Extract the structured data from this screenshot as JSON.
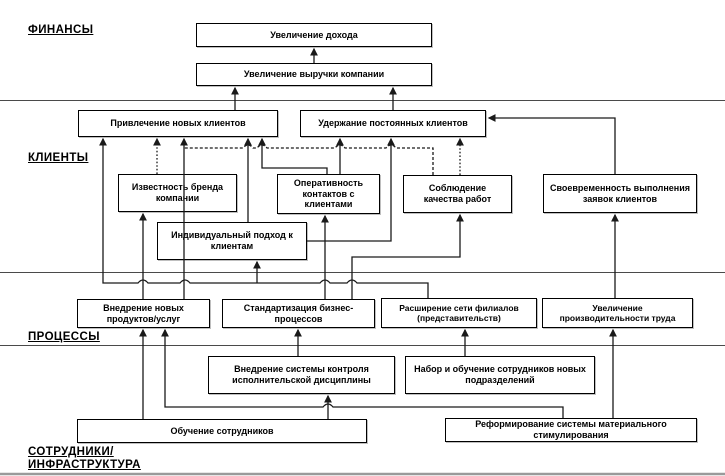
{
  "sections": {
    "finance": "ФИНАНСЫ",
    "clients": "КЛИЕНТЫ",
    "processes": "ПРОЦЕССЫ",
    "staff_line1": "СОТРУДНИКИ/",
    "staff_line2": "ИНФРАСТРУКТУРА"
  },
  "nodes": {
    "income": "Увеличение дохода",
    "revenue": "Увеличение выручки компании",
    "attract_clients": "Привлечение новых клиентов",
    "retain_clients": "Удержание постоянных клиентов",
    "brand_awareness": "Известность бренда компании",
    "contact_promptness": "Оперативность контактов с клиентами",
    "work_quality": "Соблюдение качества работ",
    "request_timeliness": "Своевременность выполнения заявок клиентов",
    "individual_approach": "Индивидуальный подход к клиентам",
    "new_products": "Внедрение новых продуктов/услуг",
    "standardization": "Стандартизация бизнес-процессов",
    "branch_expansion": "Расширение сети филиалов (представительств)",
    "labor_productivity": "Увеличение производительности труда",
    "discipline_control": "Внедрение системы контроля исполнительской дисциплины",
    "staff_recruitment": "Набор и обучение сотрудников новых подразделений",
    "staff_training": "Обучение сотрудников",
    "incentive_reform": "Реформирование системы материального стимулирования"
  },
  "edges": [
    {
      "from": "revenue",
      "to": "income",
      "style": "solid"
    },
    {
      "from": "attract_clients",
      "to": "revenue",
      "style": "solid"
    },
    {
      "from": "retain_clients",
      "to": "revenue",
      "style": "solid"
    },
    {
      "from": "brand_awareness",
      "to": "attract_clients",
      "style": "dotted"
    },
    {
      "from": "individual_approach",
      "to": "attract_clients",
      "style": "solid"
    },
    {
      "from": "individual_approach",
      "to": "retain_clients",
      "style": "solid"
    },
    {
      "from": "contact_promptness",
      "to": "attract_clients",
      "style": "solid"
    },
    {
      "from": "contact_promptness",
      "to": "retain_clients",
      "style": "solid"
    },
    {
      "from": "work_quality",
      "to": "retain_clients",
      "style": "dotted"
    },
    {
      "from": "work_quality",
      "to": "attract_clients",
      "style": "dashed"
    },
    {
      "from": "request_timeliness",
      "to": "retain_clients",
      "style": "solid"
    },
    {
      "from": "labor_productivity",
      "to": "request_timeliness",
      "style": "solid"
    },
    {
      "from": "new_products",
      "to": "attract_clients",
      "style": "solid"
    },
    {
      "from": "new_products",
      "to": "brand_awareness",
      "style": "solid"
    },
    {
      "from": "standardization",
      "to": "contact_promptness",
      "style": "solid"
    },
    {
      "from": "standardization",
      "to": "work_quality",
      "style": "solid"
    },
    {
      "from": "branch_expansion",
      "to": "attract_clients",
      "style": "solid"
    },
    {
      "from": "branch_expansion",
      "to": "individual_approach",
      "style": "solid"
    },
    {
      "from": "discipline_control",
      "to": "standardization",
      "style": "solid"
    },
    {
      "from": "staff_recruitment",
      "to": "branch_expansion",
      "style": "solid"
    },
    {
      "from": "staff_training",
      "to": "new_products",
      "style": "solid"
    },
    {
      "from": "staff_training",
      "to": "discipline_control",
      "style": "solid"
    },
    {
      "from": "incentive_reform",
      "to": "new_products",
      "style": "solid"
    },
    {
      "from": "incentive_reform",
      "to": "labor_productivity",
      "style": "solid"
    }
  ],
  "colors": {
    "background": "#ffffff",
    "box_border": "#000000",
    "connector": "#1a1a1a",
    "text": "#000000"
  }
}
